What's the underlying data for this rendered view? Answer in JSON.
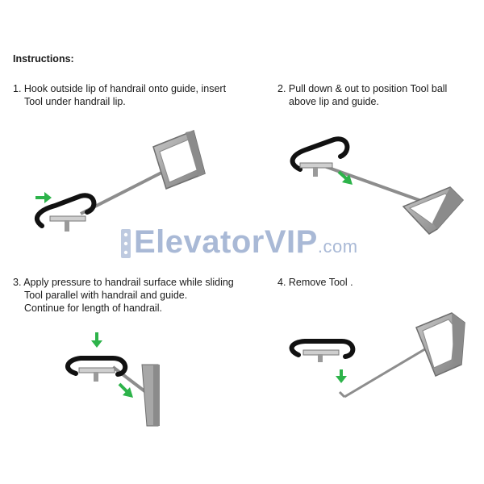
{
  "title": "Instructions:",
  "steps": [
    {
      "line1": "1. Hook outside lip of handrail onto guide, insert",
      "line2": "Tool  under handrail lip.",
      "line3": ""
    },
    {
      "line1": "2. Pull down & out to position Tool ball",
      "line2": "above lip and guide.",
      "line3": ""
    },
    {
      "line1": "3. Apply pressure to handrail surface while sliding",
      "line2": "Tool parallel with handrail and guide.",
      "line3": "Continue for length of handrail."
    },
    {
      "line1": "4. Remove Tool .",
      "line2": "",
      "line3": ""
    }
  ],
  "watermark": {
    "first": "Elevator",
    "second": "VIP",
    "domain": ".com"
  },
  "colors": {
    "arrow": "#2db34a",
    "handrail": "#111111",
    "tool": "#9a9a9a",
    "watermark": "#a9b9d6"
  }
}
